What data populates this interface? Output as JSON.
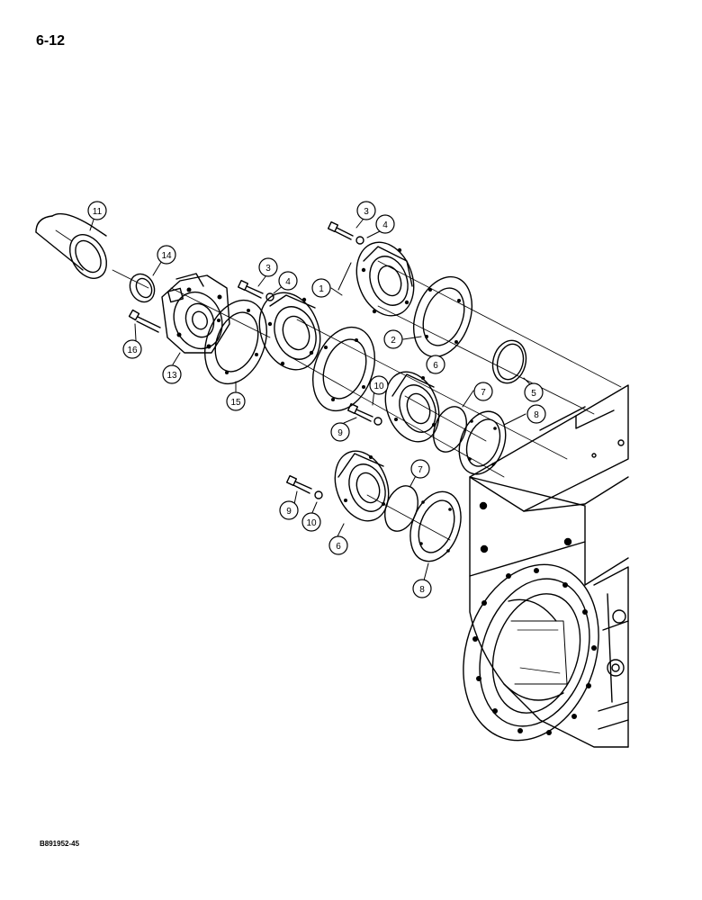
{
  "page_number": "6-12",
  "figure_code": "B891952-45",
  "callouts": [
    "11",
    "14",
    "16",
    "13",
    "3",
    "4",
    "15",
    "1",
    "2",
    "3",
    "4",
    "10",
    "9",
    "6",
    "7",
    "8",
    "5",
    "9",
    "10",
    "6",
    "7",
    "8"
  ]
}
